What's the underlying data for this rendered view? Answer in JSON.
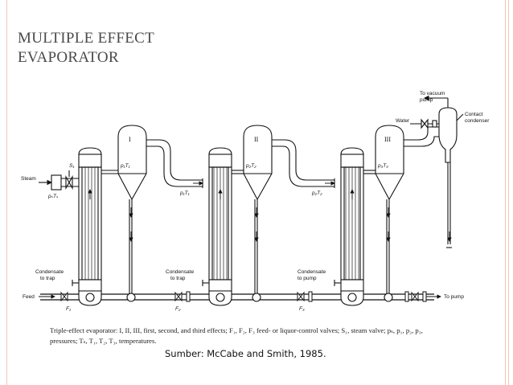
{
  "slide": {
    "title_line1": "MULTIPLE EFFECT",
    "title_line2": "EVAPORATOR",
    "source": "Sumber: McCabe and Smith, 1985."
  },
  "diagram": {
    "effects": [
      "I",
      "II",
      "III"
    ],
    "labels": {
      "to_vacuum_1": "To vacuum",
      "to_vacuum_2": "pump",
      "contact_1": "Contact",
      "contact_2": "condenser",
      "water": "Water",
      "steam": "Steam",
      "s1": "S₁",
      "ps_t": "pₛTₛ",
      "p1t1_top": "p₁T₁",
      "p1t1_line": "p₁T₁",
      "p2t2_top": "p₂T₂",
      "p2t2_line": "p₂T₂",
      "p3t3_top": "p₃T₃",
      "cond1_1": "Condensate",
      "cond1_2": "to trap",
      "cond2_1": "Condensate",
      "cond2_2": "to trap",
      "cond3_1": "Condensate",
      "cond3_2": "to pump",
      "feed": "Feed",
      "f1": "F₁",
      "f2": "F₂",
      "f3": "F₃",
      "to_pump": "To pump"
    }
  },
  "caption": {
    "line1": "Triple-effect evaporator: I, II, III, first, second, and third effects; F₁, F₂, F₃ feed- or liquor-control valves; S₁, steam valve; pₛ, p₁, p₂, p₃,",
    "line2": "pressures; Tₛ, T₁, T₂, T₃, temperatures."
  }
}
